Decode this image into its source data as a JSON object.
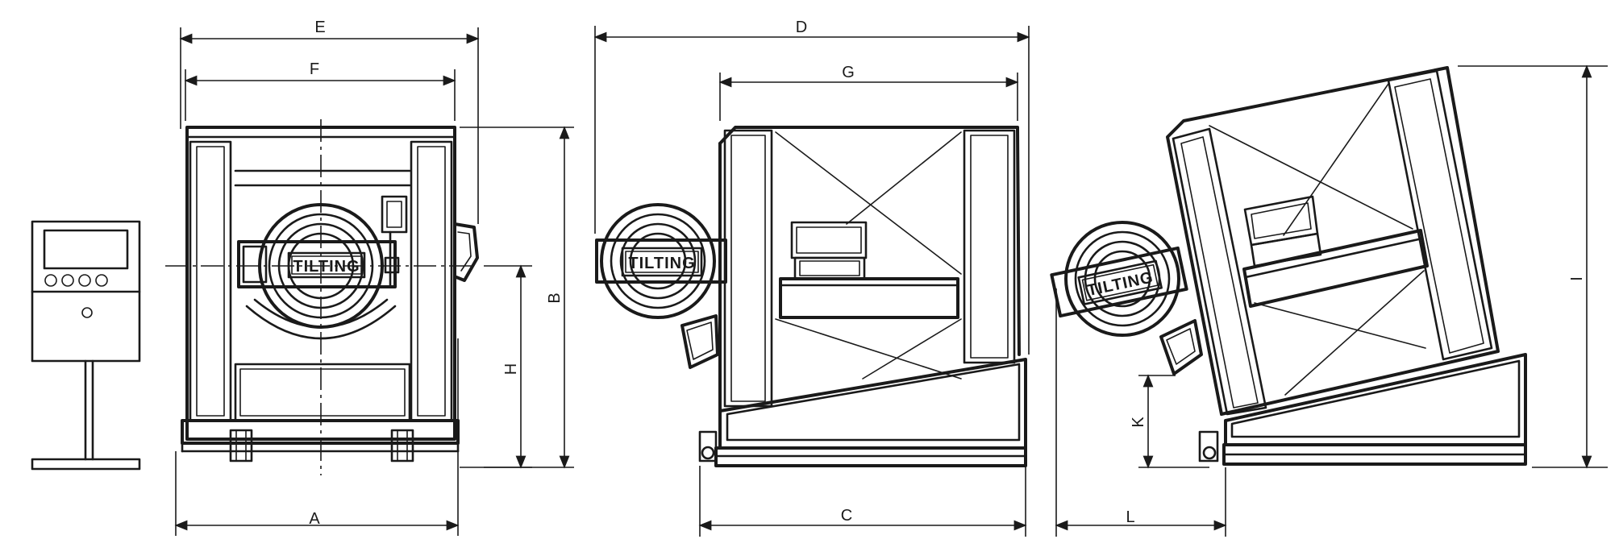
{
  "plate_label": "TILTING",
  "dimensions": {
    "A": "A",
    "B": "B",
    "C": "C",
    "D": "D",
    "E": "E",
    "F": "F",
    "G": "G",
    "H": "H",
    "I": "I",
    "K": "K",
    "L": "L"
  },
  "colors": {
    "line": "#1a1a1a",
    "background": "#ffffff"
  }
}
